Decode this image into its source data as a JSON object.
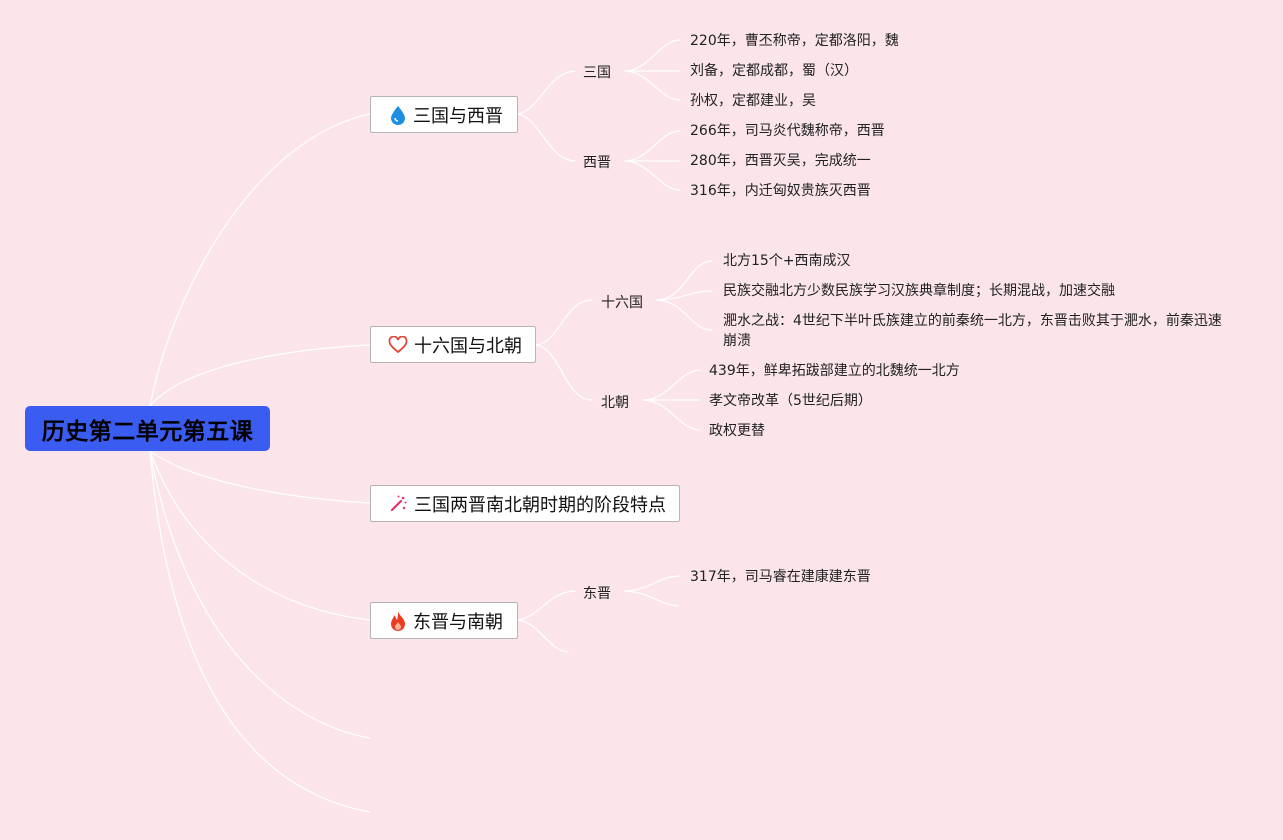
{
  "root": {
    "title": "历史第二单元第五课"
  },
  "topics": [
    {
      "label": "三国与西晋",
      "icon": "water-drop-icon",
      "subs": [
        {
          "label": "三国",
          "leaves": [
            "220年，曹丕称帝，定都洛阳，魏",
            "刘备，定都成都，蜀（汉）",
            "孙权，定都建业，吴"
          ]
        },
        {
          "label": "西晋",
          "leaves": [
            "266年，司马炎代魏称帝，西晋",
            "280年，西晋灭吴，完成统一",
            "316年，内迁匈奴贵族灭西晋"
          ]
        }
      ]
    },
    {
      "label": "十六国与北朝",
      "icon": "heart-icon",
      "subs": [
        {
          "label": "十六国",
          "leaves": [
            "北方15个+西南成汉",
            "民族交融北方少数民族学习汉族典章制度；长期混战，加速交融",
            "淝水之战：4世纪下半叶氐族建立的前秦统一北方，东晋击败其于淝水，前秦迅速崩溃"
          ]
        },
        {
          "label": "北朝",
          "leaves": [
            "439年，鲜卑拓跋部建立的北魏统一北方",
            "孝文帝改革（5世纪后期）",
            "政权更替"
          ]
        }
      ]
    },
    {
      "label": "三国两晋南北朝时期的阶段特点",
      "icon": "magic-wand-icon",
      "subs": []
    },
    {
      "label": "东晋与南朝",
      "icon": "fire-icon",
      "subs": [
        {
          "label": "东晋",
          "leaves": [
            "317年，司马睿在建康建东晋"
          ]
        }
      ]
    }
  ],
  "colors": {
    "background": "#fbe4ea",
    "root_fill": "#3b5cf0",
    "connector": "#ffffff",
    "drop_icon": "#1e8fe0",
    "heart_icon": "#e0493c",
    "wand_icon": "#e0336e",
    "fire_icon": "#ec3b22"
  }
}
